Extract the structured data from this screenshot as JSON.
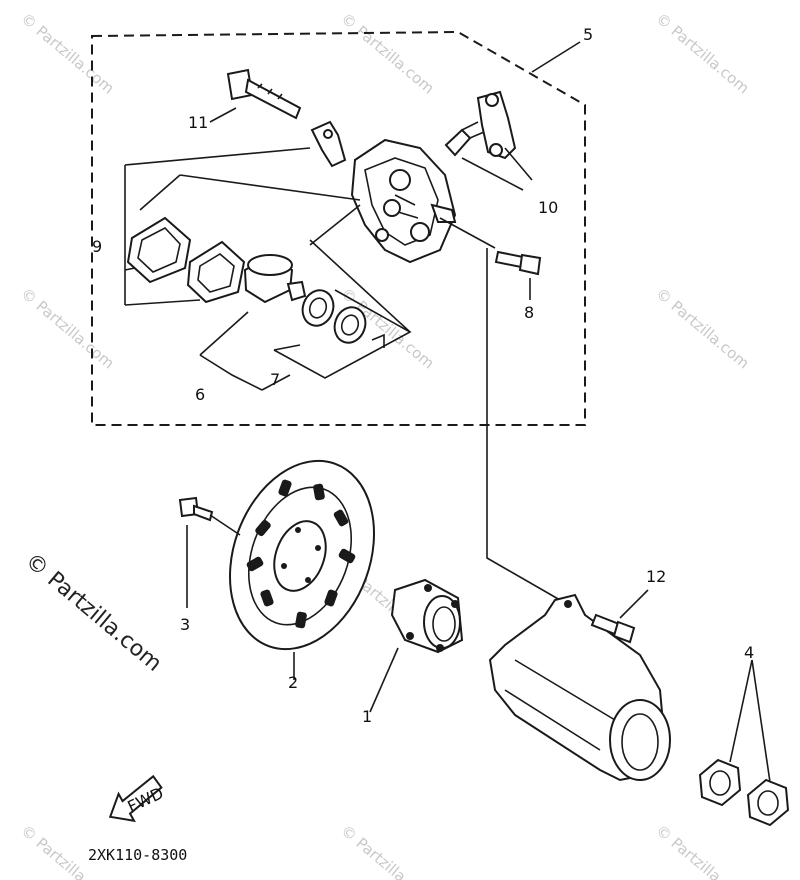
{
  "diagram": {
    "callouts": [
      "1",
      "2",
      "3",
      "4",
      "5",
      "6",
      "7",
      "8",
      "9",
      "10",
      "11",
      "12"
    ],
    "fwd_label": "FWD",
    "drawing_code": "2XK110-8300"
  },
  "watermark": {
    "text": "© Partzilla.com"
  }
}
